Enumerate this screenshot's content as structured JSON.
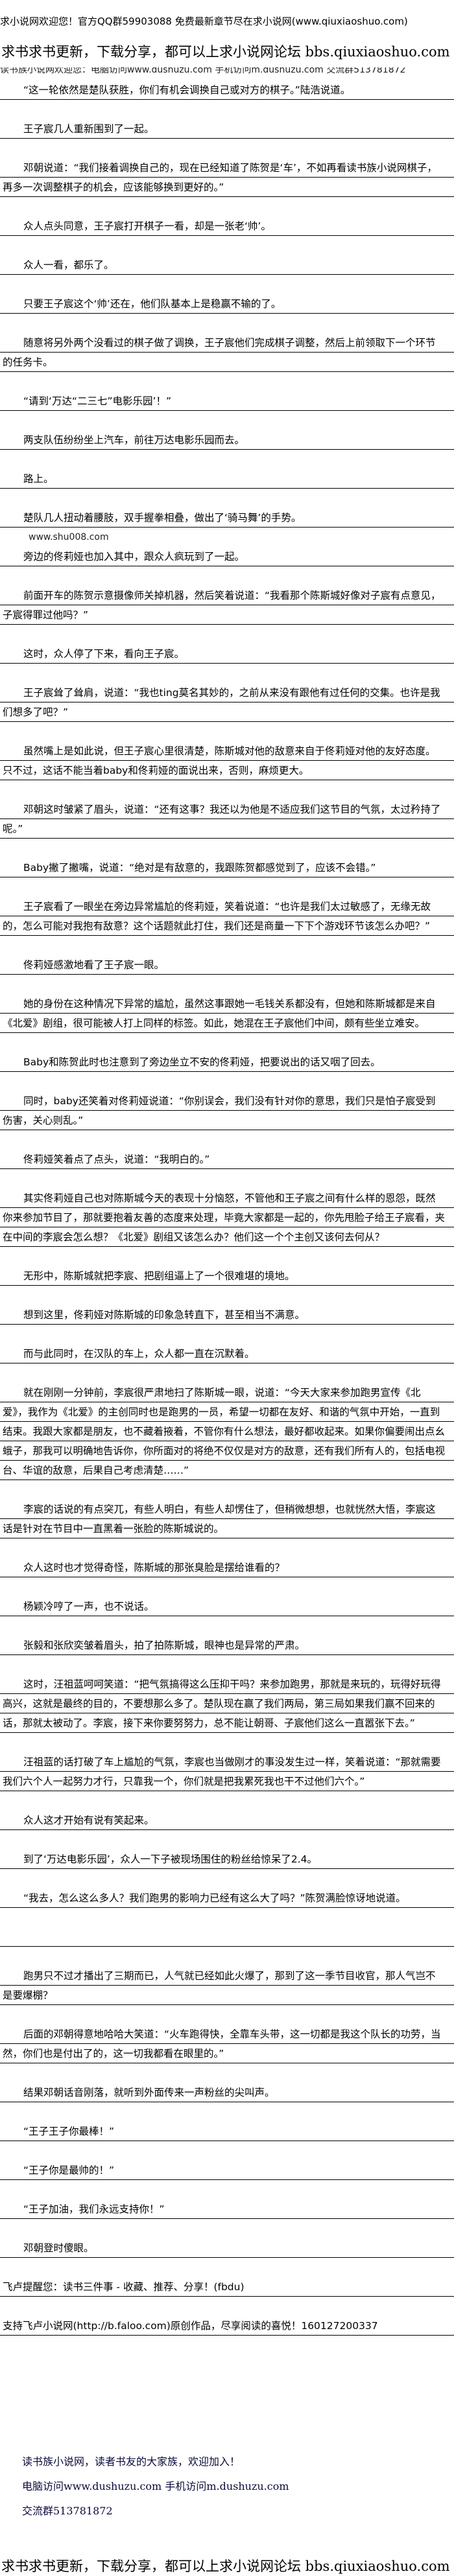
{
  "header": {
    "welcome": "求小说网欢迎您！官方QQ群59903088 免费最新章节尽在求小说网(www.qiuxiaoshuo.com)",
    "forum": "求书求书更新，下载分享，都可以上求小说网论坛 bbs.qiuxiaoshuo.com",
    "dushuzu_banner": "读书族小说网欢迎您：电脑访问www.dushuzu.com 手机访问m.dushuzu.com 交流群513781872"
  },
  "paragraphs": [
    "“这一轮依然是楚队获胜，你们有机会调换自己或对方的棋子。”陆浩说道。",
    "王子宸几人重新围到了一起。",
    "邓朝说道：“我们接着调换自己的，现在已经知道了陈贺是‘车’，不如再看读书族小说网棋子，再多一次调整棋子的机会，应该能够换到更好的。”",
    "众人点头同意，王子宸打开棋子一看，却是一张老‘帅’。",
    "众人一看，都乐了。",
    "只要王子宸这个‘帅’还在，他们队基本上是稳赢不输的了。",
    "随意将另外两个没看过的棋子做了调换，王子宸他们完成棋子调整，然后上前领取下一个环节的任务卡。",
    "“请到‘万达“二三七”电影乐园’！”",
    "两支队伍纷纷坐上汽车，前往万达电影乐园而去。",
    "路上。",
    "楚队几人扭动着腰肢，双手握拳相叠，做出了‘骑马舞’的手势。",
    "旁边的佟莉娅也加入其中，跟众人疯玩到了一起。",
    "前面开车的陈贺示意摄像师关掉机器，然后笑着说道：“我看那个陈斯城好像对子宸有点意见，子宸得罪过他吗？”",
    "这时，众人停了下来，看向王子宸。",
    "王子宸耸了耸肩，说道：“我也ting莫名其妙的，之前从来没有跟他有过任何的交集。也许是我们想多了吧？”",
    "虽然嘴上是如此说，但王子宸心里很清楚，陈斯城对他的敌意来自于佟莉娅对他的友好态度。只不过，这话不能当着baby和佟莉娅的面说出来，否则，麻烦更大。",
    "邓朝这时皱紧了眉头，说道：“还有这事？我还以为他是不适应我们这节目的气氛，太过矜持了呢。”",
    "Baby撇了撇嘴，说道：“绝对是有敌意的，我跟陈贺都感觉到了，应该不会错。”",
    "王子宸看了一眼坐在旁边异常尴尬的佟莉娅，笑着说道：“也许是我们太过敏感了，无缘无故的，怎么可能对我抱有敌意？这个话题就此打住，我们还是商量一下下个游戏环节该怎么办吧？”",
    "佟莉娅感激地看了王子宸一眼。",
    "她的身份在这种情况下异常的尴尬，虽然这事跟她一毛钱关系都没有，但她和陈斯城都是来自《北爱》剧组，很可能被人打上同样的标签。如此，她混在王子宸他们中间，颇有些坐立难安。",
    "Baby和陈贺此时也注意到了旁边坐立不安的佟莉娅，把要说出的话又咽了回去。",
    "同时，baby还笑着对佟莉娅说道：“你别误会，我们没有针对你的意思，我们只是怕子宸受到伤害，关心则乱。”",
    "佟莉娅笑着点了点头，说道：“我明白的。”",
    "其实佟莉娅自己也对陈斯城今天的表现十分恼怒，不管他和王子宸之间有什么样的恩怨，既然你来参加节目了，那就要抱着友善的态度来处理，毕竟大家都是一起的，你先甩脸子给王子宸看，夹在中间的李宸会怎么想？《北爱》剧组又该怎么办？他们这一个个主创又该何去何从？",
    "无形中，陈斯城就把李宸、把剧组逼上了一个很难堪的境地。",
    "想到这里，佟莉娅对陈斯城的印象急转直下，甚至相当不满意。",
    "而与此同时，在汉队的车上，众人都一直在沉默着。",
    "就在刚刚一分钟前，李宸很严肃地扫了陈斯城一眼，说道：“今天大家来参加跑男宣传《北爱》，我作为《北爱》的主创同时也是跑男的一员，希望一切都在友好、和谐的气氛中开始，一直到结束。我跟大家都是朋友，也不藏着掖着，不管你有什么想法，最好都收起来。如果你偏要闹出点幺蛾子，那我可以明确地告诉你，你所面对的将绝不仅仅是对方的敌意，还有我们所有人的，包括电视台、华谊的敌意，后果自己考虑清楚……”",
    "李宸的话说的有点突兀，有些人明白，有些人却愣住了，但稍微想想，也就恍然大悟，李宸这话是针对在节目中一直黑着一张脸的陈斯城说的。",
    "众人这时也才觉得奇怪，陈斯城的那张臭脸是摆给谁看的？",
    "杨颖冷哼了一声，也不说话。",
    "张毅和张欣奕皱着眉头，拍了拍陈斯城，眼神也是异常的严肃。",
    "这时，汪祖蓝呵呵笑道：“把气氛搞得这么压抑干吗？来参加跑男，那就是来玩的，玩得好玩得高兴，这就是最终的目的，不要想那么多了。楚队现在赢了我们两局，第三局如果我们赢不回来的话，那就太被动了。李宸，接下来你要努努力，总不能让朝哥、子宸他们这么一直嚣张下去。”",
    "汪祖蓝的话打破了车上尴尬的气氛，李宸也当做刚才的事没发生过一样，笑着说道：“那就需要我们六个人一起努力才行，只靠我一个，你们就是把我累死我也干不过他们六个。”",
    "众人这才开始有说有笑起来。",
    "到了‘万达电影乐园’，众人一下子被现场围住的粉丝给惊呆了2.4。",
    "“我去，怎么这么多人？我们跑男的影响力已经有这么大了吗？”陈贺满脸惊讶地说道。",
    "",
    "跑男只不过才播出了三期而已，人气就已经如此火爆了，那到了这一季节目收官，那人气岂不是要爆棚？",
    "后面的邓朝得意地哈哈大笑道：“火车跑得快，全靠车头带，这一切都是我这个队长的功劳，当然，你们也是付出了的，这一切我都看在眼里的。”",
    "结果邓朝话音刚落，就听到外面传来一声粉丝的尖叫声。",
    "“王子王子你最棒！”",
    "“王子你是最帅的！”",
    "“王子加油，我们永远支持你！”",
    "邓朝登时傻眼。"
  ],
  "inline_site_note": "www.shu008.com",
  "end_notes": [
    "飞卢提醒您：读书三件事 - 收藏、推荐、分享！(fbdu)",
    "支持飞卢小说网(http://b.faloo.com)原创作品，尽享阅读的喜悦！160127200337"
  ],
  "footer": {
    "line1": "读书族小说网，读者书友的大家族，欢迎加入！",
    "line2": "电脑访问www.dushuzu.com 手机访问m.dushuzu.com",
    "line3": "交流群513781872",
    "forum": "求书求书更新，下载分享，都可以上求小说网论坛 bbs.qiuxiaoshuo.com"
  }
}
